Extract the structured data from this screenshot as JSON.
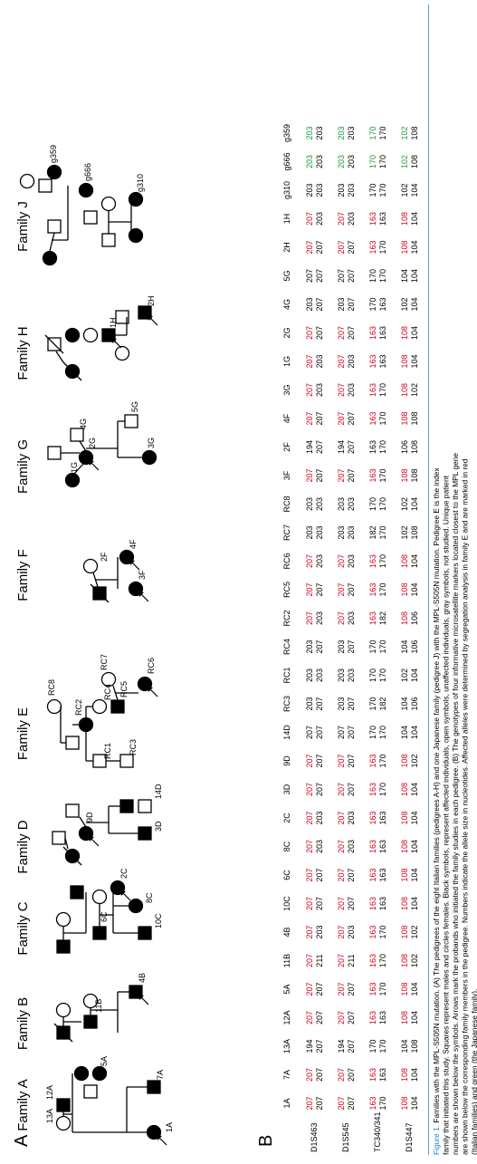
{
  "panel_a": "A",
  "panel_b": "B",
  "families": {
    "A": {
      "title": "Family A",
      "labels": [
        "13A",
        "12A",
        "5A",
        "7A",
        "1A"
      ]
    },
    "B": {
      "title": "Family B",
      "labels": [
        "11B",
        "4B"
      ]
    },
    "C": {
      "title": "Family C",
      "labels": [
        "6C",
        "8C",
        "2C",
        "10C"
      ]
    },
    "D": {
      "title": "Family D",
      "labels": [
        "9D",
        "3D",
        "14D"
      ]
    },
    "E": {
      "title": "Family E",
      "labels": [
        "RC8",
        "RC2",
        "RC1",
        "RC4",
        "RC5",
        "RC7",
        "RC3",
        "RC6"
      ]
    },
    "F": {
      "title": "Family F",
      "labels": [
        "2F",
        "3F",
        "4F"
      ]
    },
    "G": {
      "title": "Family G",
      "labels": [
        "1G",
        "4G",
        "2G",
        "5G",
        "3G"
      ]
    },
    "H": {
      "title": "Family H",
      "labels": [
        "1H",
        "2H"
      ]
    },
    "J": {
      "title": "Family J",
      "labels": [
        "g359",
        "g666",
        "g310"
      ]
    }
  },
  "table": {
    "markers": [
      "D1S463",
      "D1S545",
      "TC340/341",
      "D1S447"
    ],
    "patients": [
      "1A",
      "7A",
      "13A",
      "12A",
      "5A",
      "11B",
      "4B",
      "10C",
      "6C",
      "8C",
      "2C",
      "3D",
      "9D",
      "14D",
      "RC3",
      "RC1",
      "RC4",
      "RC2",
      "RC5",
      "RC6",
      "RC7",
      "RC8",
      "3F",
      "2F",
      "4F",
      "3G",
      "1G",
      "2G",
      "4G",
      "5G",
      "2H",
      "1H",
      "g310",
      "g666",
      "g359"
    ],
    "rows": [
      {
        "marker": "D1S463",
        "top": [
          "207",
          "207",
          "194",
          "207",
          "207",
          "207",
          "207",
          "207",
          "207",
          "207",
          "207",
          "207",
          "207",
          "207",
          "203",
          "203",
          "203",
          "207",
          "207",
          "207",
          "203",
          "203",
          "207",
          "194",
          "207",
          "207",
          "207",
          "207",
          "203",
          "207",
          "207",
          "207",
          "203",
          "203",
          "203"
        ],
        "bot": [
          "207",
          "207",
          "207",
          "207",
          "207",
          "211",
          "203",
          "207",
          "207",
          "203",
          "203",
          "207",
          "207",
          "207",
          "207",
          "203",
          "207",
          "203",
          "207",
          "203",
          "203",
          "203",
          "207",
          "207",
          "207",
          "203",
          "203",
          "207",
          "207",
          "207",
          "207",
          "203",
          "203",
          "203",
          "203"
        ]
      },
      {
        "marker": "D1S545",
        "top": [
          "207",
          "207",
          "194",
          "207",
          "207",
          "207",
          "207",
          "207",
          "207",
          "207",
          "207",
          "207",
          "207",
          "207",
          "203",
          "203",
          "203",
          "207",
          "207",
          "207",
          "203",
          "203",
          "207",
          "194",
          "207",
          "207",
          "207",
          "207",
          "203",
          "207",
          "207",
          "207",
          "203",
          "203",
          "203"
        ],
        "bot": [
          "207",
          "207",
          "207",
          "207",
          "207",
          "211",
          "203",
          "207",
          "207",
          "203",
          "203",
          "207",
          "207",
          "207",
          "207",
          "203",
          "207",
          "203",
          "207",
          "203",
          "203",
          "203",
          "207",
          "207",
          "207",
          "203",
          "203",
          "207",
          "207",
          "207",
          "207",
          "203",
          "203",
          "203",
          "203"
        ]
      },
      {
        "marker": "TC340/341",
        "top": [
          "163",
          "163",
          "170",
          "163",
          "163",
          "163",
          "163",
          "163",
          "163",
          "163",
          "163",
          "163",
          "163",
          "170",
          "170",
          "170",
          "170",
          "163",
          "163",
          "163",
          "182",
          "170",
          "163",
          "163",
          "163",
          "163",
          "163",
          "163",
          "170",
          "170",
          "163",
          "163",
          "170",
          "170",
          "170"
        ],
        "bot": [
          "170",
          "163",
          "170",
          "163",
          "170",
          "170",
          "170",
          "163",
          "163",
          "163",
          "163",
          "170",
          "170",
          "170",
          "182",
          "170",
          "170",
          "182",
          "170",
          "170",
          "170",
          "170",
          "170",
          "170",
          "170",
          "170",
          "163",
          "163",
          "163",
          "170",
          "170",
          "163",
          "170",
          "170",
          "170"
        ]
      },
      {
        "marker": "D1S447",
        "top": [
          "108",
          "108",
          "104",
          "108",
          "108",
          "108",
          "108",
          "108",
          "108",
          "108",
          "108",
          "108",
          "108",
          "104",
          "104",
          "102",
          "104",
          "108",
          "108",
          "108",
          "102",
          "102",
          "108",
          "106",
          "108",
          "108",
          "108",
          "108",
          "102",
          "104",
          "108",
          "108",
          "102",
          "102",
          "102"
        ],
        "bot": [
          "104",
          "104",
          "108",
          "104",
          "104",
          "102",
          "102",
          "104",
          "104",
          "104",
          "104",
          "104",
          "102",
          "104",
          "106",
          "104",
          "106",
          "106",
          "104",
          "104",
          "108",
          "104",
          "108",
          "108",
          "108",
          "102",
          "104",
          "104",
          "104",
          "104",
          "104",
          "104",
          "104",
          "108",
          "108"
        ]
      }
    ]
  },
  "colors": {
    "affected_italian": "#d0021b",
    "japanese": "#1a9a3a",
    "caption_blue": "#1a7fc4",
    "figure_label": "#1a7fc4"
  },
  "caption": {
    "label": "Figure 1.",
    "text": "Families with the MPL-S505N mutation. (A) The pedigrees of the eight Italian families (pedigrees A-H) and one Japanese family (pedigree J) with the MPL-S505N mutation. Pedigree E is the index family that initiated this study. Squares represent males and circles females. Black symbols, represent affected individuals, open symbols, unaffected individuals, gray symbols, not studied. Unique patient numbers are shown below the symbols. Arrows mark the probands who initiated the family studies in each pedigree. (B) The genotypes of four informative microsatellite markers located closest to the MPL gene are shown below the corresponding family members in the pedigree. Numbers indicate the allele size in nucleotides. Affected alleles were determined by segregation analysis in family E and are marked in red (Italian families) and green (the Japanese family)."
  }
}
